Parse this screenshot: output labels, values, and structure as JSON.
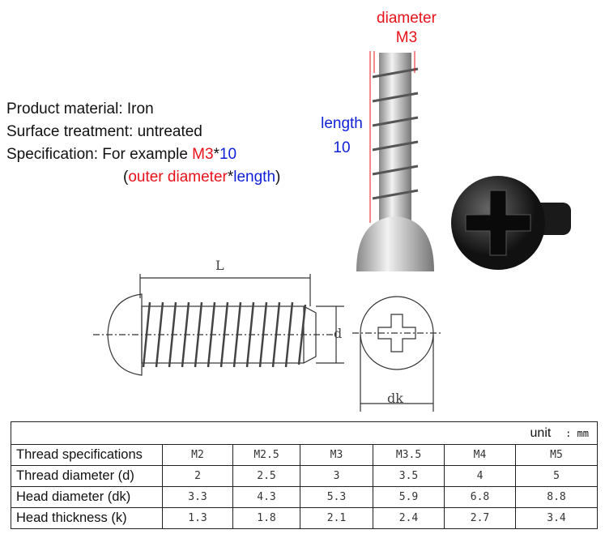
{
  "info": {
    "material": "Product material: Iron",
    "surface": "Surface treatment: untreated",
    "spec_prefix": "Specification: For example ",
    "spec_m": "M3",
    "spec_star": "*",
    "spec_len": "10",
    "paren_open": "(",
    "paren_outer": "outer diameter",
    "paren_star": "*",
    "paren_length": "length",
    "paren_close": ")"
  },
  "photo": {
    "diameter_label": "diameter",
    "diameter_value": "M3",
    "length_label": "length",
    "length_value": "10"
  },
  "drawing": {
    "L": "L",
    "d": "d",
    "dk": "dk"
  },
  "colors": {
    "red": "#e8111a",
    "blue": "#1020d8"
  },
  "table": {
    "unit_label": "unit",
    "unit_value": ": mm",
    "headers": [
      "Thread specifications",
      "M2",
      "M2.5",
      "M3",
      "M3.5",
      "M4",
      "M5"
    ],
    "rows": [
      {
        "label": "Thread diameter  (d)",
        "values": [
          "2",
          "2.5",
          "3",
          "3.5",
          "4",
          "5"
        ]
      },
      {
        "label": "Head diameter  (dk)",
        "values": [
          "3.3",
          "4.3",
          "5.3",
          "5.9",
          "6.8",
          "8.8"
        ]
      },
      {
        "label": "Head thickness  (k)",
        "values": [
          "1.3",
          "1.8",
          "2.1",
          "2.4",
          "2.7",
          "3.4"
        ]
      }
    ]
  }
}
